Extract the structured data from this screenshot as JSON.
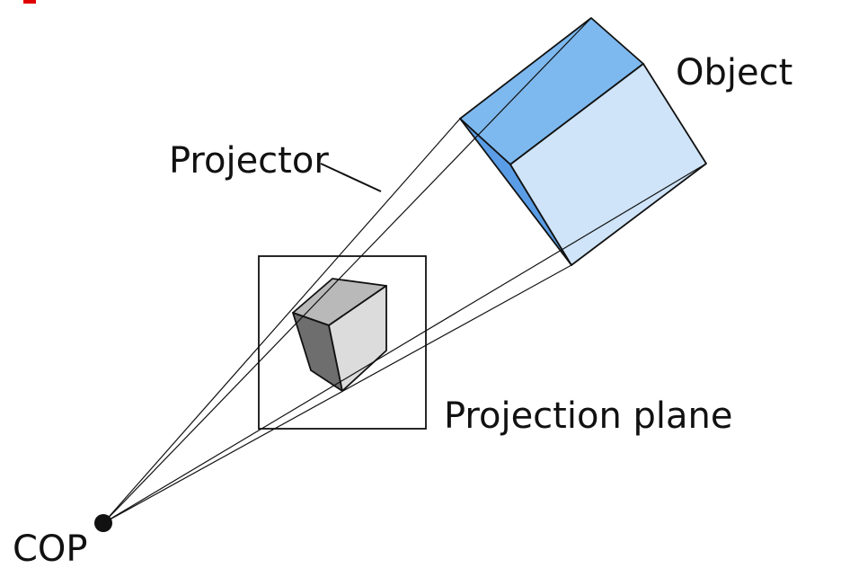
{
  "labels": {
    "object": "Object",
    "projector": "Projector",
    "projection_plane": "Projection plane",
    "cop": "COP"
  },
  "colors": {
    "cube_top": "#7db9ef",
    "cube_front": "#cfe4f8",
    "cube_left": "#5a9de6",
    "image_top": "#b9b9b9",
    "image_front": "#dcdcdc",
    "image_left": "#6e6e6e",
    "accent_red": "#e00000",
    "line": "#111111"
  }
}
